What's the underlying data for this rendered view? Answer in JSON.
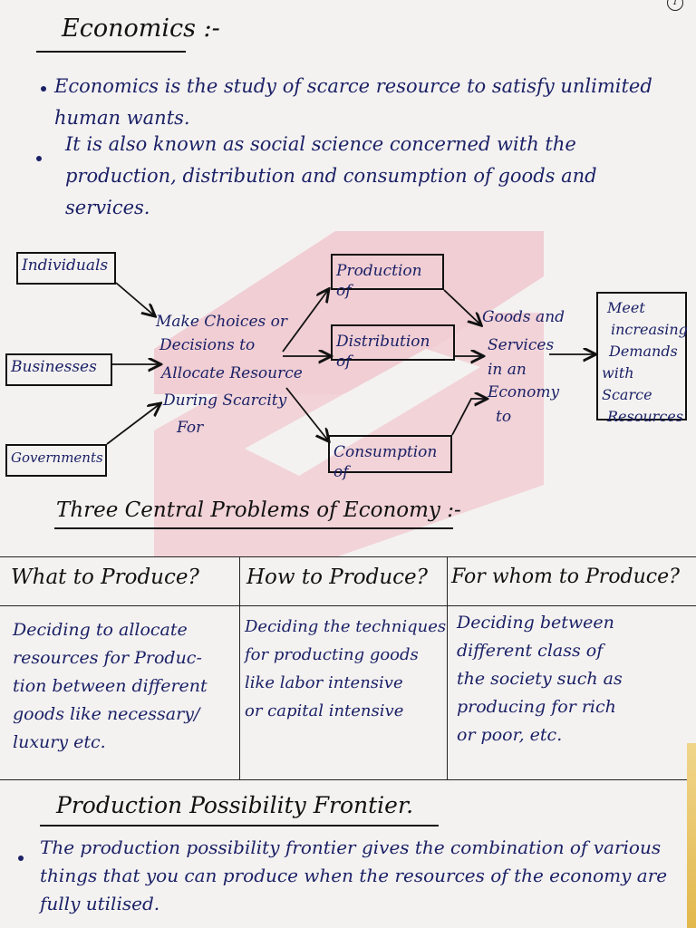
{
  "page": {
    "page_number": "1"
  },
  "section1": {
    "title": "Economics :-",
    "bullets": [
      "Economics is the study of scarce resource to satisfy unlimited human wants.",
      "It is also known as social science concerned with the production, distribution and consumption of goods and services."
    ]
  },
  "diagram": {
    "inputs": [
      "Individuals",
      "Businesses",
      "Governments"
    ],
    "middle": [
      "Make Choices or",
      "Decisions to",
      "Allocate Resource",
      "During Scarcity",
      "For"
    ],
    "processes": [
      "Production of",
      "Distribution of",
      "Consumption of"
    ],
    "output": [
      "Goods and",
      "Services",
      "in an",
      "Economy",
      "to"
    ],
    "final": [
      "Meet",
      "increasing",
      "Demands",
      "with Scarce",
      "Resources"
    ]
  },
  "section2": {
    "title": "Three Central Problems of Economy :-",
    "columns": [
      "What to Produce?",
      "How to Produce?",
      "For whom to Produce?"
    ],
    "cells": [
      [
        "Deciding to allocate",
        "resources for Produc-",
        "tion between different",
        "goods like necessary/",
        "luxury etc."
      ],
      [
        "Deciding the techniques",
        "for producting goods",
        "like labor intensive",
        "or capital intensive"
      ],
      [
        "Deciding between",
        "different class of",
        "the society such as",
        "producing for rich",
        "or poor, etc."
      ]
    ]
  },
  "section3": {
    "title": "Production Possibility Frontier.",
    "bullets": [
      "The production possibility frontier gives the combination of various things that you can produce when the resources of the economy are fully utilised."
    ]
  },
  "colors": {
    "ink": "#1b2166",
    "watermark": "#e8738a"
  }
}
